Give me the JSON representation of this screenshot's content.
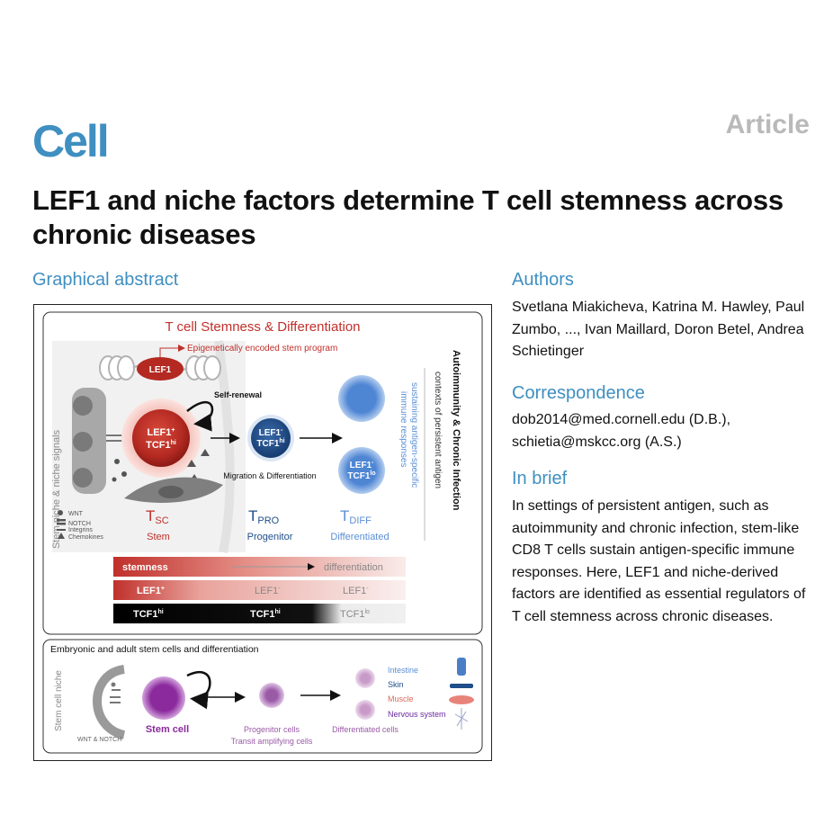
{
  "header": {
    "journal": "Cell",
    "article_type": "Article",
    "title": "LEF1 and niche factors determine T cell stemness across chronic diseases"
  },
  "sections": {
    "graphical_abstract": "Graphical abstract",
    "authors": "Authors",
    "correspondence": "Correspondence",
    "in_brief": "In brief"
  },
  "authors_text": "Svetlana Miakicheva, Katrina M. Hawley, Paul Zumbo, ..., Ivan Maillard, Doron Betel, Andrea Schietinger",
  "correspondence_text": "dob2014@med.cornell.edu (D.B.), schietia@mskcc.org (A.S.)",
  "in_brief_text": "In settings of persistent antigen, such as autoimmunity and chronic infection, stem-like CD8 T cells sustain antigen-specific immune responses. Here, LEF1 and niche-derived factors are identified as essential regulators of T cell stemness across chronic diseases.",
  "figure": {
    "top_title": "T cell Stemness & Differentiation",
    "epigenetic": "Epigenetically encoded stem program",
    "lef1": "LEF1",
    "self_renewal": "Self-renewal",
    "niche_signals": "Stem niche & niche signals",
    "stem_cell_label": {
      "line1": "LEF1",
      "sup1": "+",
      "line2": "TCF1",
      "sup2": "hi"
    },
    "pro_cell_label": {
      "line1": "LEF1",
      "sup1": "-",
      "line2": "TCF1",
      "sup2": "hi"
    },
    "diff_cell_label": {
      "line1": "LEF1",
      "sup1": "-",
      "line2": "TCF1",
      "sup2": "lo"
    },
    "migration": "Migration & Differentiation",
    "legend": {
      "wnt": "WNT",
      "notch": "NOTCH",
      "integrins": "Integrins",
      "chemokines": "Chemokines"
    },
    "t_sc": {
      "t": "T",
      "sub": "SC",
      "name": "Stem"
    },
    "t_pro": {
      "t": "T",
      "sub": "PRO",
      "name": "Progenitor"
    },
    "t_diff": {
      "t": "T",
      "sub": "DIFF",
      "name": "Differentiated"
    },
    "right_bold": "Autoimmunity & Chronic Infection",
    "right_sub": "contexts of persistent antigen",
    "right_blue1": "sustaining antigen-specific",
    "right_blue2": "immune responses",
    "bar_stemness": "stemness",
    "bar_differentiation": "differentiation",
    "bar_lef1_row": [
      "LEF1",
      "LEF1",
      "LEF1"
    ],
    "bar_tcf1_row": [
      "TCF1",
      "TCF1",
      "TCF1"
    ],
    "bottom_title": "Embryonic and adult stem cells and differentiation",
    "stem_niche": "Stem cell niche",
    "wnt_notch": "WNT & NOTCH",
    "stem_cell": "Stem cell",
    "progenitor_cells": "Progenitor cells",
    "transit_cells": "Transit amplifying cells",
    "differentiated_cells": "Differentiated cells",
    "tissues": [
      "Intestine",
      "Skin",
      "Muscle",
      "Nervous system"
    ],
    "colors": {
      "red": "#c0302b",
      "navy": "#1f4e8a",
      "lightblue": "#5b8fd6",
      "purple": "#8a2a9c",
      "gray": "#9a9a9a"
    }
  }
}
